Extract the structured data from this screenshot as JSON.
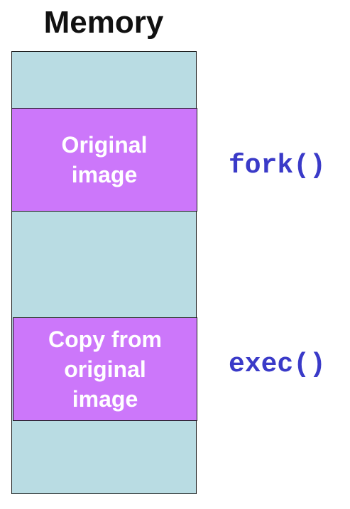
{
  "title": "Memory",
  "blocks": {
    "original": "Original\nimage",
    "copy": "Copy from\noriginal\nimage"
  },
  "calls": {
    "fork": "fork()",
    "exec": "exec()"
  },
  "colors": {
    "memory_fill": "#b9dce3",
    "block_fill": "#cc77fa",
    "call_text": "#3a3ac8"
  }
}
